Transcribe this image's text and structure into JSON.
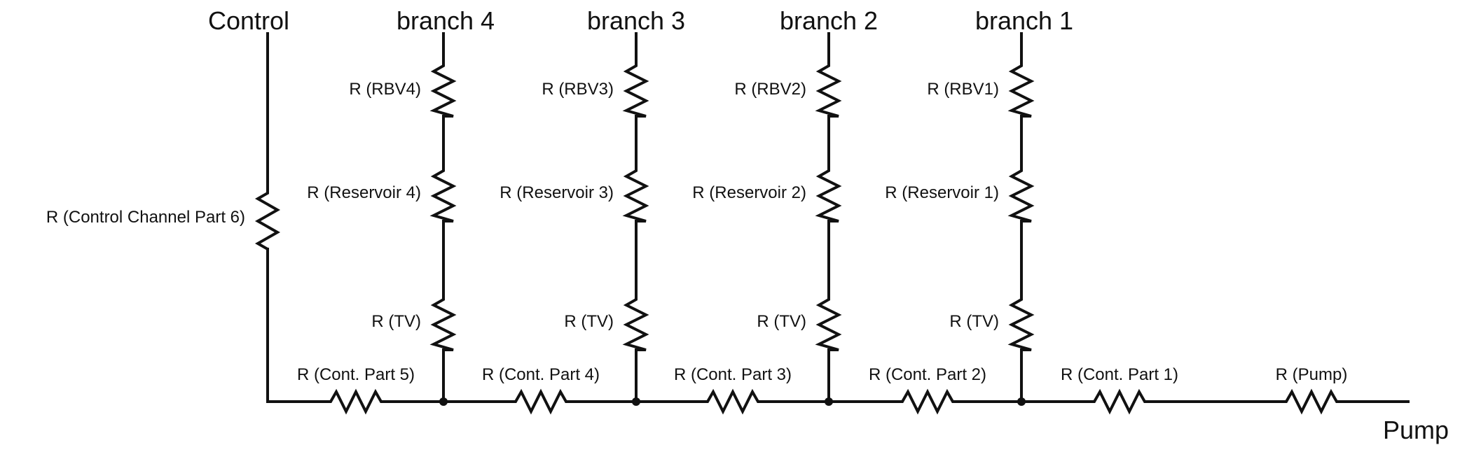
{
  "top_labels": {
    "control": "Control",
    "branch4": "branch 4",
    "branch3": "branch 3",
    "branch2": "branch 2",
    "branch1": "branch 1"
  },
  "pump_label": "Pump",
  "control_resistor": "R (Control Channel Part 6)",
  "branches": [
    {
      "rbv": "R (RBV4)",
      "reservoir": "R (Reservoir 4)",
      "tv": "R (TV)"
    },
    {
      "rbv": "R (RBV3)",
      "reservoir": "R (Reservoir 3)",
      "tv": "R (TV)"
    },
    {
      "rbv": "R (RBV2)",
      "reservoir": "R (Reservoir 2)",
      "tv": "R (TV)"
    },
    {
      "rbv": "R (RBV1)",
      "reservoir": "R (Reservoir 1)",
      "tv": "R (TV)"
    }
  ],
  "main_line": {
    "cont5": "R (Cont. Part 5)",
    "cont4": "R (Cont. Part 4)",
    "cont3": "R (Cont. Part 3)",
    "cont2": "R (Cont. Part 2)",
    "cont1": "R (Cont. Part 1)",
    "pump": "R (Pump)"
  }
}
